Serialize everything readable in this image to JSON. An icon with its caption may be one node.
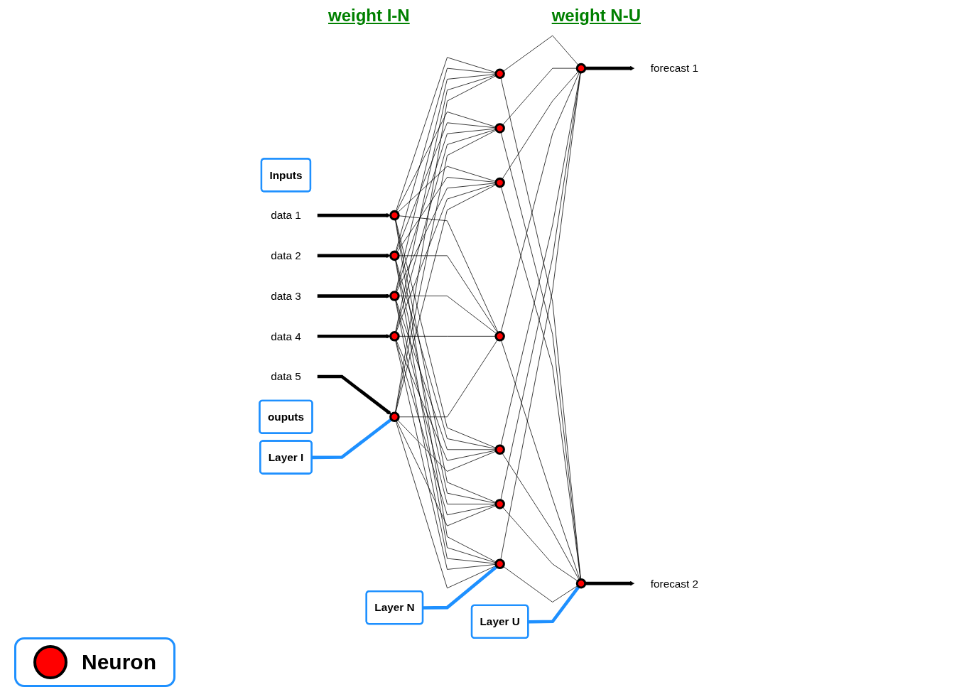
{
  "diagram": {
    "nodes": [
      {
        "text": [
          "Inputs"
        ]
      },
      {
        "text": [
          "data 1"
        ]
      },
      {
        "text": [
          "data 2"
        ]
      },
      {
        "text": [
          "data 3"
        ]
      },
      {
        "text": [
          "data 4"
        ]
      },
      {
        "text": [
          "data 5"
        ]
      },
      {
        "text": [],
        "shape": "circle"
      },
      {
        "text": [],
        "shape": "circle"
      },
      {
        "text": [],
        "shape": "circle"
      },
      {
        "text": [],
        "shape": "circle"
      },
      {
        "text": [],
        "shape": "circle"
      },
      {
        "text": [],
        "shape": "circle"
      },
      {
        "text": [],
        "shape": "circle"
      },
      {
        "text": [],
        "shape": "circle"
      },
      {
        "text": [],
        "shape": "circle"
      },
      {
        "text": [],
        "shape": "circle"
      },
      {
        "text": [],
        "shape": "circle"
      },
      {
        "text": [],
        "shape": "circle"
      },
      {
        "text": [],
        "shape": "circle"
      },
      {
        "text": [],
        "shape": "circle"
      },
      {
        "text": [
          "ouputs"
        ]
      },
      {
        "text": [
          "forecast 1"
        ]
      },
      {
        "text": [
          "forecast 2"
        ]
      },
      {
        "text": [
          "Layer I"
        ]
      },
      {
        "text": [
          "Layer N"
        ]
      },
      {
        "text": [
          "Layer U"
        ]
      }
    ],
    "edges": [
      {
        "from": 1,
        "to": 6,
        "arrow": "to",
        "style": "thick"
      },
      {
        "from": 2,
        "to": 7,
        "arrow": "to",
        "style": "thick"
      },
      {
        "from": 3,
        "to": 8,
        "arrow": "to",
        "style": "thick"
      },
      {
        "from": 4,
        "to": 9,
        "arrow": "to",
        "style": "thick"
      },
      {
        "from": 5,
        "to": 10,
        "arrow": "to",
        "style": "thick"
      },
      {
        "from": 6,
        "to": 11,
        "arrow": "none"
      },
      {
        "from": 6,
        "to": 12,
        "arrow": "none"
      },
      {
        "from": 6,
        "to": 13,
        "arrow": "none"
      },
      {
        "from": 6,
        "to": 14,
        "arrow": "none"
      },
      {
        "from": 6,
        "to": 15,
        "arrow": "none"
      },
      {
        "from": 6,
        "to": 16,
        "arrow": "none"
      },
      {
        "from": 6,
        "to": 17,
        "arrow": "none"
      },
      {
        "from": 7,
        "to": 11,
        "arrow": "none"
      },
      {
        "from": 7,
        "to": 12,
        "arrow": "none"
      },
      {
        "from": 7,
        "to": 13,
        "arrow": "none"
      },
      {
        "from": 7,
        "to": 14,
        "arrow": "none"
      },
      {
        "from": 7,
        "to": 15,
        "arrow": "none"
      },
      {
        "from": 7,
        "to": 16,
        "arrow": "none"
      },
      {
        "from": 7,
        "to": 17,
        "arrow": "none"
      },
      {
        "from": 8,
        "to": 11,
        "arrow": "none"
      },
      {
        "from": 8,
        "to": 12,
        "arrow": "none"
      },
      {
        "from": 8,
        "to": 13,
        "arrow": "none"
      },
      {
        "from": 8,
        "to": 14,
        "arrow": "none"
      },
      {
        "from": 8,
        "to": 15,
        "arrow": "none"
      },
      {
        "from": 8,
        "to": 16,
        "arrow": "none"
      },
      {
        "from": 8,
        "to": 17,
        "arrow": "none"
      },
      {
        "from": 9,
        "to": 11,
        "arrow": "none"
      },
      {
        "from": 9,
        "to": 12,
        "arrow": "none"
      },
      {
        "from": 9,
        "to": 13,
        "arrow": "none"
      },
      {
        "from": 9,
        "to": 14,
        "arrow": "none"
      },
      {
        "from": 9,
        "to": 15,
        "arrow": "none"
      },
      {
        "from": 9,
        "to": 16,
        "arrow": "none"
      },
      {
        "from": 9,
        "to": 17,
        "arrow": "none"
      },
      {
        "from": 10,
        "to": 11,
        "arrow": "none"
      },
      {
        "from": 10,
        "to": 12,
        "arrow": "none"
      },
      {
        "from": 10,
        "to": 13,
        "arrow": "none"
      },
      {
        "from": 10,
        "to": 14,
        "arrow": "none"
      },
      {
        "from": 10,
        "to": 15,
        "arrow": "none"
      },
      {
        "from": 10,
        "to": 16,
        "arrow": "none"
      },
      {
        "from": 10,
        "to": 17,
        "arrow": "none"
      },
      {
        "from": 11,
        "to": 18,
        "arrow": "none"
      },
      {
        "from": 11,
        "to": 19,
        "arrow": "none"
      },
      {
        "from": 12,
        "to": 18,
        "arrow": "none"
      },
      {
        "from": 12,
        "to": 19,
        "arrow": "none"
      },
      {
        "from": 13,
        "to": 18,
        "arrow": "none"
      },
      {
        "from": 13,
        "to": 19,
        "arrow": "none"
      },
      {
        "from": 14,
        "to": 18,
        "arrow": "none"
      },
      {
        "from": 14,
        "to": 19,
        "arrow": "none"
      },
      {
        "from": 15,
        "to": 18,
        "arrow": "none"
      },
      {
        "from": 15,
        "to": 19,
        "arrow": "none"
      },
      {
        "from": 16,
        "to": 18,
        "arrow": "none"
      },
      {
        "from": 16,
        "to": 19,
        "arrow": "none"
      },
      {
        "from": 17,
        "to": 18,
        "arrow": "none"
      },
      {
        "from": 17,
        "to": 19,
        "arrow": "none"
      },
      {
        "from": 18,
        "to": 21,
        "arrow": "to",
        "style": "thick"
      },
      {
        "from": 19,
        "to": 22,
        "arrow": "to",
        "style": "thick"
      },
      {
        "from": 23,
        "to": 10,
        "arrow": "none",
        "style": "thick",
        "color": "#1e90ff"
      },
      {
        "from": 24,
        "to": 17,
        "arrow": "none",
        "style": "thick",
        "color": "#1e90ff"
      },
      {
        "from": 25,
        "to": 19,
        "arrow": "none",
        "style": "thick",
        "color": "#1e90ff"
      }
    ],
    "labels": [
      "weight I-N",
      "weight N-U"
    ],
    "legend": [
      {
        "text": "Neuron",
        "color": "#ff0000"
      }
    ]
  }
}
